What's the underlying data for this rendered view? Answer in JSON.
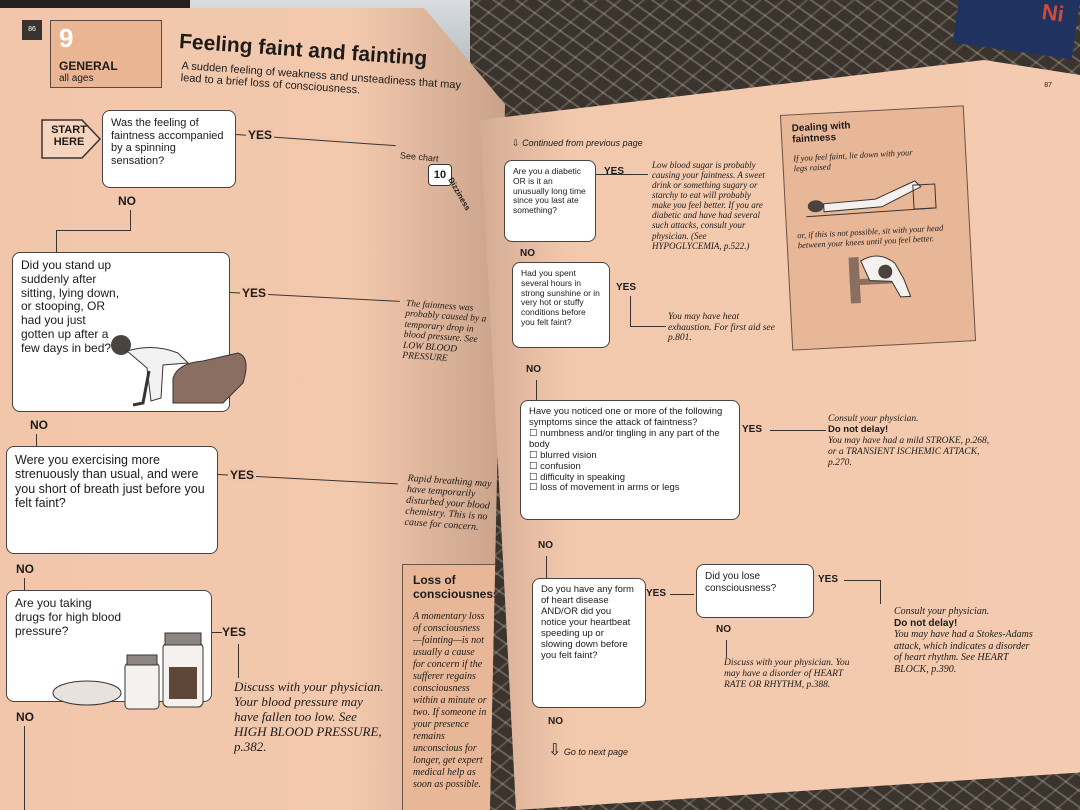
{
  "left_page": {
    "page_number": "86",
    "chapter_number": "9",
    "category": "GENERAL",
    "category_sub": "all ages",
    "title": "Feeling faint and fainting",
    "subtitle": "A sudden feeling of weakness and unsteadiness that may lead to a brief loss of consciousness.",
    "start_label": "START HERE",
    "q1": "Was the feeling of faintness accompanied by a spinning sensation?",
    "q1_yes_result": "See chart",
    "q1_chart_number": "10",
    "q1_chart_name": "Dizziness",
    "q2": "Did you stand up suddenly after sitting, lying down, or stooping, OR had you just gotten up after a few days in bed?",
    "q2_yes_result": "The faintness was probably caused by a temporary drop in blood pressure. See LOW BLOOD PRESSURE",
    "q3": "Were you exercising more strenuously than usual, and were you short of breath just before you felt faint?",
    "q3_yes_result": "Rapid breathing may have temporarily disturbed your blood chemistry. This is no cause for concern.",
    "q4": "Are you taking drugs for high blood pressure?",
    "q4_yes_result": "Discuss with your physician. Your blood pressure may have fallen too low. See HIGH BLOOD PRESSURE, p.382.",
    "yes": "YES",
    "no": "NO",
    "sidebar_title": "Loss of consciousness",
    "sidebar_text": "A momentary loss of consciousness—fainting—is not usually a cause for concern if the sufferer regains consciousness within a minute or two. If someone in your presence remains unconscious for longer, get expert medical help as soon as possible."
  },
  "right_page": {
    "page_number": "87",
    "continued": "Continued from previous page",
    "q5": "Are you a diabetic OR is it an unusually long time since you last ate something?",
    "q5_yes_result": "Low blood sugar is probably causing your faintness. A sweet drink or something sugary or starchy to eat will probably make you feel better. If you are diabetic and have had several such attacks, consult your physician. (See HYPOGLYCEMIA, p.522.)",
    "q6": "Had you spent several hours in strong sunshine or in very hot or stuffy conditions before you felt faint?",
    "q6_yes_result": "You may have heat exhaustion. For first aid see p.801.",
    "q7": "Have you noticed one or more of the following symptoms since the attack of faintness?",
    "q7_symptoms": [
      "numbness and/or tingling in any part of the body",
      "blurred vision",
      "confusion",
      "difficulty in speaking",
      "loss of movement in arms or legs"
    ],
    "q7_yes_result_1": "Consult your physician.",
    "q7_yes_result_2": "Do not delay!",
    "q7_yes_result_3": "You may have had a mild STROKE, p.268, or a TRANSIENT ISCHEMIC ATTACK, p.270.",
    "q8": "Do you have any form of heart disease AND/OR did you notice your heartbeat speeding up or slowing down before you felt faint?",
    "q9": "Did you lose consciousness?",
    "q9_no_result": "Discuss with your physician. You may have a disorder of HEART RATE OR RHYTHM, p.388.",
    "q9_yes_result_1": "Consult your physician.",
    "q9_yes_result_2": "Do not delay!",
    "q9_yes_result_3": "You may have had a Stokes-Adams attack, which indicates a disorder of heart rhythm. See HEART BLOCK, p.390.",
    "go_next": "Go to next page",
    "yes": "YES",
    "no": "NO",
    "sidebar_title": "Dealing with faintness",
    "sidebar_text_1": "If you feel faint, lie down with your legs raised",
    "sidebar_text_2": "or, if this is not possible, sit with your head between your knees until you feel better."
  },
  "background": {
    "book_spine_text": "Ni"
  },
  "colors": {
    "page": "#f2c4a8",
    "sidebar": "#e8b797",
    "box": "#ffffff",
    "ink": "#1d1b19"
  }
}
